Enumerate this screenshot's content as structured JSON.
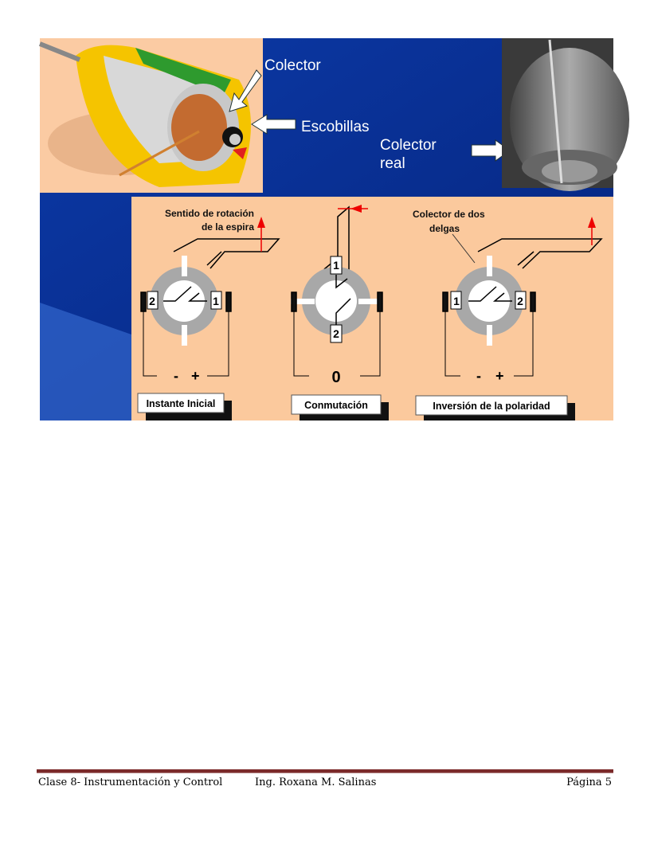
{
  "figure": {
    "top_labels": {
      "colector": "Colector",
      "escobillas": "Escobillas",
      "colector_real_1": "Colector",
      "colector_real_2": "real"
    },
    "annotations": {
      "sentido_1": "Sentido de rotación",
      "sentido_2": "de la espira",
      "colector_dos_1": "Colector de dos",
      "colector_dos_2": "delgas"
    },
    "diagrams": [
      {
        "caption": "Instante Inicial",
        "left_seg": "2",
        "right_seg": "1",
        "minus": "-",
        "plus": "+"
      },
      {
        "caption": "Conmutación",
        "top_seg": "1",
        "bottom_seg": "2",
        "zero": "0"
      },
      {
        "caption": "Inversión de la polaridad",
        "left_seg": "1",
        "right_seg": "2",
        "minus": "-",
        "plus": "+"
      }
    ],
    "colors": {
      "peach": "#fbc99d",
      "blue": "#0a2f8f",
      "arrow": "#e01010",
      "gray": "#a8a8a8"
    }
  },
  "footer": {
    "left": "Clase 8- Instrumentación y Control",
    "center": "Ing. Roxana M. Salinas",
    "right": "Página 5"
  }
}
